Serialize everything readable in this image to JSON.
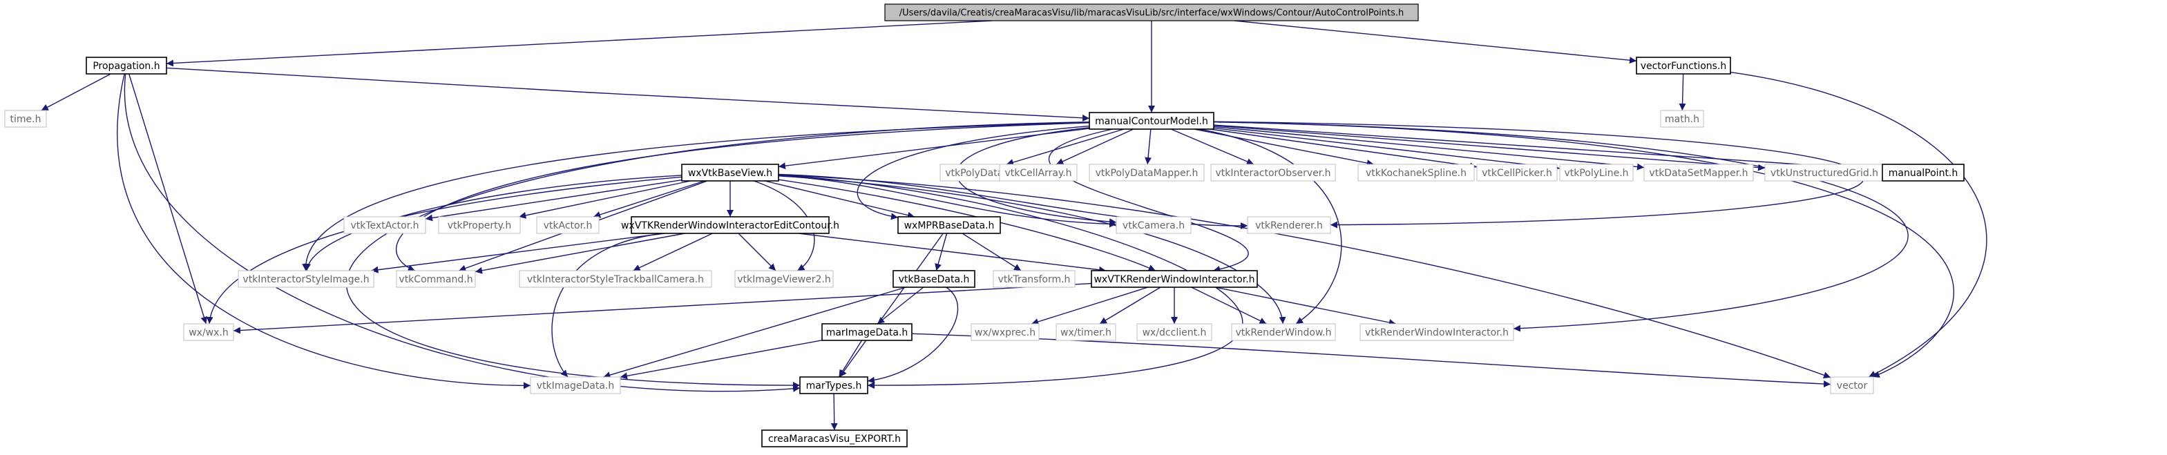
{
  "nodes": {
    "root": "/Users/davila/Creatis/creaMaracasVisu/lib/maracasVisuLib/src/interface/wxWindows/Contour/AutoControlPoints.h",
    "propagation": "Propagation.h",
    "vectorfunctions": "vectorFunctions.h",
    "time": "time.h",
    "manualcontourmodel": "manualContourModel.h",
    "math": "math.h",
    "wxvtkbaseview": "wxVtkBaseView.h",
    "vtkpolydata": "vtkPolyData.h",
    "vtkcellarray": "vtkCellArray.h",
    "vtkpolydatamapper": "vtkPolyDataMapper.h",
    "vtkinteractorobserver": "vtkInteractorObserver.h",
    "vtkkochanekspline": "vtkKochanekSpline.h",
    "vtkcellpicker": "vtkCellPicker.h",
    "vtkpolyline": "vtkPolyLine.h",
    "vtkdatasetmapper": "vtkDataSetMapper.h",
    "vtkunstructuredgrid": "vtkUnstructuredGrid.h",
    "manualpoint": "manualPoint.h",
    "vtktextactor": "vtkTextActor.h",
    "vtkproperty": "vtkProperty.h",
    "vtkactor": "vtkActor.h",
    "wxvtkrenderwindowinteractoreditcontour": "wxVTKRenderWindowInteractorEditContour.h",
    "wxmprbasedata": "wxMPRBaseData.h",
    "vtkcamera": "vtkCamera.h",
    "vtkrenderer": "vtkRenderer.h",
    "vtkinteractorstyleimage": "vtkInteractorStyleImage.h",
    "vtkcommand": "vtkCommand.h",
    "vtkinteractorstyletrackballcamera": "vtkInteractorStyleTrackballCamera.h",
    "vtkimageviewer2": "vtkImageViewer2.h",
    "vtkbasedata": "vtkBaseData.h",
    "vtktransform": "vtkTransform.h",
    "wxvtkrenderwindowinteractor": "wxVTKRenderWindowInteractor.h",
    "wxwx": "wx/wx.h",
    "marimagedata": "marImageData.h",
    "wxwxprec": "wx/wxprec.h",
    "wxtimer": "wx/timer.h",
    "wxdcclient": "wx/dcclient.h",
    "vtkrenderwindow": "vtkRenderWindow.h",
    "vtkrenderwindowinteractor": "vtkRenderWindowInteractor.h",
    "vtkimagedata": "vtkImageData.h",
    "martypes": "marTypes.h",
    "vector": "vector",
    "creamaracasvisu_export": "creaMaracasVisu_EXPORT.h"
  },
  "edges": [
    [
      "root",
      "propagation"
    ],
    [
      "root",
      "manualcontourmodel"
    ],
    [
      "root",
      "vectorfunctions"
    ],
    [
      "propagation",
      "time"
    ],
    [
      "propagation",
      "manualcontourmodel"
    ],
    [
      "propagation",
      "wxwx"
    ],
    [
      "propagation",
      "martypes"
    ],
    [
      "propagation",
      "vtkimagedata"
    ],
    [
      "vectorfunctions",
      "math"
    ],
    [
      "vectorfunctions",
      "vector"
    ],
    [
      "manualcontourmodel",
      "wxvtkbaseview"
    ],
    [
      "manualcontourmodel",
      "vtkpolydata"
    ],
    [
      "manualcontourmodel",
      "vtkcellarray"
    ],
    [
      "manualcontourmodel",
      "vtkpolydatamapper"
    ],
    [
      "manualcontourmodel",
      "vtkinteractorobserver"
    ],
    [
      "manualcontourmodel",
      "vtkkochanekspline"
    ],
    [
      "manualcontourmodel",
      "vtkcellpicker"
    ],
    [
      "manualcontourmodel",
      "vtkpolyline"
    ],
    [
      "manualcontourmodel",
      "vtkdatasetmapper"
    ],
    [
      "manualcontourmodel",
      "vtkunstructuredgrid"
    ],
    [
      "manualcontourmodel",
      "manualpoint"
    ],
    [
      "manualcontourmodel",
      "vtkrenderer"
    ],
    [
      "manualcontourmodel",
      "vtkcamera"
    ],
    [
      "manualcontourmodel",
      "wxmprbasedata"
    ],
    [
      "manualcontourmodel",
      "wxvtkrenderwindowinteractor"
    ],
    [
      "manualcontourmodel",
      "vtkrenderwindow"
    ],
    [
      "manualcontourmodel",
      "vtkinteractorstyleimage"
    ],
    [
      "manualcontourmodel",
      "vtkcommand"
    ],
    [
      "manualcontourmodel",
      "martypes"
    ],
    [
      "manualcontourmodel",
      "vtkrenderwindowinteractor"
    ],
    [
      "manualcontourmodel",
      "vector"
    ],
    [
      "wxvtkbaseview",
      "vtktextactor"
    ],
    [
      "wxvtkbaseview",
      "vtkproperty"
    ],
    [
      "wxvtkbaseview",
      "vtkactor"
    ],
    [
      "wxvtkbaseview",
      "wxvtkrenderwindowinteractoreditcontour"
    ],
    [
      "wxvtkbaseview",
      "wxmprbasedata"
    ],
    [
      "wxvtkbaseview",
      "vtkcamera"
    ],
    [
      "wxvtkbaseview",
      "vtkrenderer"
    ],
    [
      "wxvtkbaseview",
      "vtkinteractorstyleimage"
    ],
    [
      "wxvtkbaseview",
      "vtkcommand"
    ],
    [
      "wxvtkbaseview",
      "vtkimageviewer2"
    ],
    [
      "wxvtkbaseview",
      "wxwx"
    ],
    [
      "wxvtkbaseview",
      "wxvtkrenderwindowinteractor"
    ],
    [
      "wxvtkbaseview",
      "vtkrenderwindow"
    ],
    [
      "wxvtkbaseview",
      "martypes"
    ],
    [
      "wxvtkbaseview",
      "vector"
    ],
    [
      "wxvtkrenderwindowinteractoreditcontour",
      "vtkinteractorstyleimage"
    ],
    [
      "wxvtkrenderwindowinteractoreditcontour",
      "vtkcommand"
    ],
    [
      "wxvtkrenderwindowinteractoreditcontour",
      "vtkinteractorstyletrackballcamera"
    ],
    [
      "wxvtkrenderwindowinteractoreditcontour",
      "vtkimageviewer2"
    ],
    [
      "wxvtkrenderwindowinteractoreditcontour",
      "wxvtkrenderwindowinteractor"
    ],
    [
      "wxvtkrenderwindowinteractoreditcontour",
      "vtkimagedata"
    ],
    [
      "wxmprbasedata",
      "vtkbasedata"
    ],
    [
      "wxmprbasedata",
      "vtktransform"
    ],
    [
      "wxmprbasedata",
      "martypes"
    ],
    [
      "vtkbasedata",
      "marimagedata"
    ],
    [
      "vtkbasedata",
      "vtkimagedata"
    ],
    [
      "vtkbasedata",
      "martypes"
    ],
    [
      "marimagedata",
      "vtkimagedata"
    ],
    [
      "marimagedata",
      "martypes"
    ],
    [
      "marimagedata",
      "vector"
    ],
    [
      "wxvtkrenderwindowinteractor",
      "wxwx"
    ],
    [
      "wxvtkrenderwindowinteractor",
      "wxwxprec"
    ],
    [
      "wxvtkrenderwindowinteractor",
      "wxtimer"
    ],
    [
      "wxvtkrenderwindowinteractor",
      "wxdcclient"
    ],
    [
      "wxvtkrenderwindowinteractor",
      "vtkrenderwindow"
    ],
    [
      "wxvtkrenderwindowinteractor",
      "vtkrenderwindowinteractor"
    ],
    [
      "martypes",
      "creamaracasvisu_export"
    ]
  ]
}
